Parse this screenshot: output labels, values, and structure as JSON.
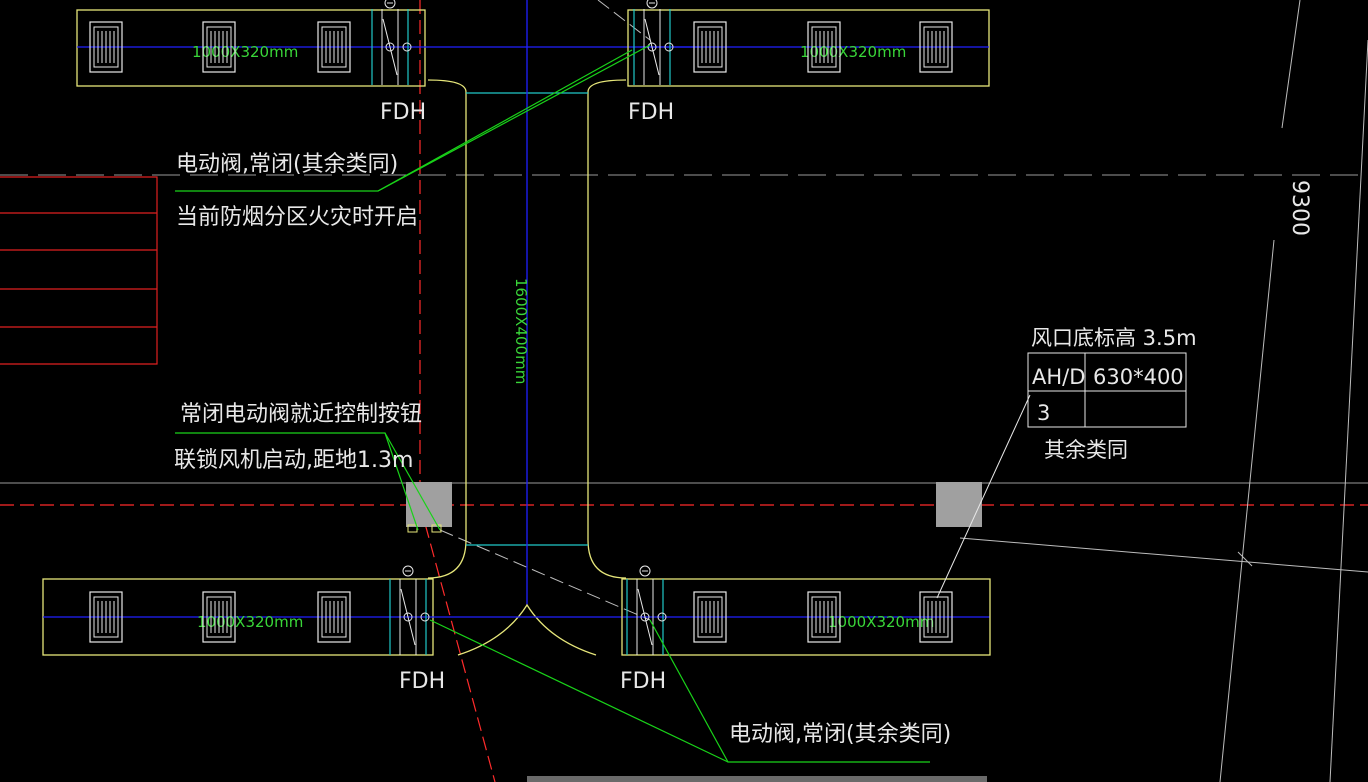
{
  "labels": {
    "fdh_top_left": "FDH",
    "fdh_top_right": "FDH",
    "fdh_bottom_left": "FDH",
    "fdh_bottom_right": "FDH",
    "valve_note_1": "电动阀,常闭(其余类同)",
    "valve_note_2": "当前防烟分区火灾时开启",
    "button_note_1": "常闭电动阀就近控制按钮",
    "button_note_2": "联锁风机启动,距地1.3m",
    "valve_note_bottom": "电动阀,常闭(其余类同)",
    "dim_9300": "9300",
    "outlet_title": "风口底标高 3.5m",
    "outlet_table": {
      "r1c1": "AH/D",
      "r1c2": "630*400",
      "r2c1": "3",
      "r2c2": ""
    },
    "outlet_note": "其余类同",
    "duct_top_left": "1000X320mm",
    "duct_top_right": "1000X320mm",
    "duct_bottom_left": "1000X320mm",
    "duct_bottom_right": "1000X320mm",
    "duct_vertical": "1600X400mm"
  },
  "colors": {
    "background": "#000000",
    "duct_outline": "#e6e67a",
    "centerline_blue": "#2020ff",
    "leader_green": "#19d219",
    "dim_text_green": "#39d639",
    "grid_red": "#ff2b2b",
    "hatch_red": "#e02020",
    "valve_cyan": "#20c8c8",
    "text_white": "#e8e8e8",
    "gray_box": "#a0a0a0"
  }
}
